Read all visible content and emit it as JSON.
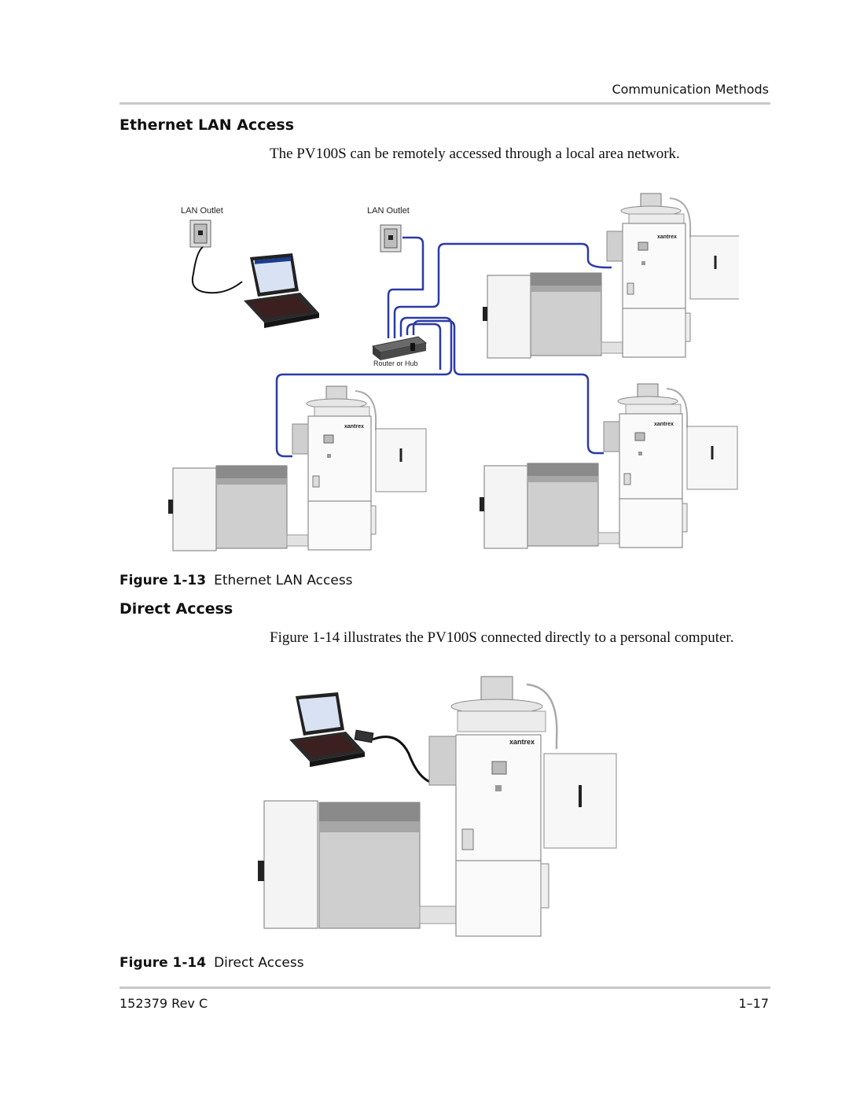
{
  "header": {
    "running_head": "Communication Methods"
  },
  "section1": {
    "heading": "Ethernet LAN Access",
    "body": "The PV100S can be remotely accessed through a local area network.",
    "figure": {
      "number": "Figure 1-13",
      "title": "Ethernet LAN Access",
      "labels": {
        "lan_outlet_1": "LAN Outlet",
        "lan_outlet_2": "LAN Outlet",
        "router": "Router or Hub",
        "brand": "xantrex"
      }
    }
  },
  "section2": {
    "heading": "Direct Access",
    "body": "Figure 1-14 illustrates the PV100S connected directly to a personal computer.",
    "figure": {
      "number": "Figure 1-14",
      "title": "Direct Access",
      "labels": {
        "brand": "xantrex"
      }
    }
  },
  "footer": {
    "doc_id": "152379 Rev C",
    "page": "1–17"
  },
  "colors": {
    "cable": "#2b3aa8",
    "rule": "#c8c8c8"
  }
}
